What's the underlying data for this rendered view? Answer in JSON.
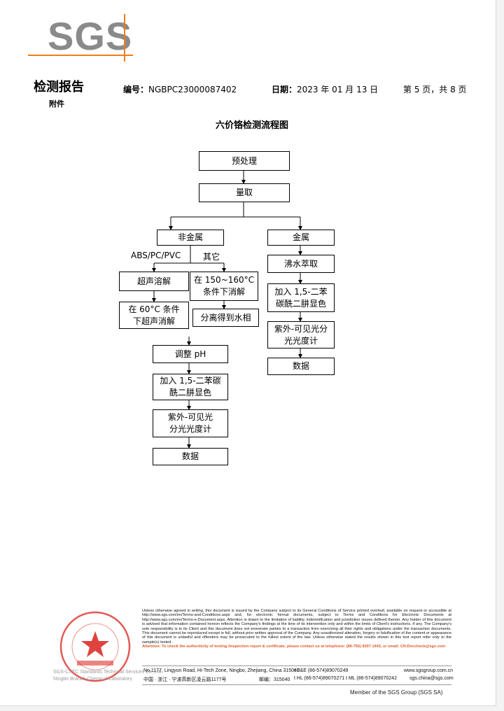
{
  "logo": "SGS",
  "header": {
    "title": "检测报告",
    "appendix": "附件",
    "report_no_label": "编号：",
    "report_no": "NGBPC23000087402",
    "date_label": "日期：",
    "date": "2023 年 01 月 13 日",
    "page": "第 5 页，共 8 页"
  },
  "flowchart": {
    "title": "六价铬检测流程图",
    "pretreatment": "预处理",
    "weighing": "量取",
    "nonmetal": "非金属",
    "metal": "金属",
    "branch_abs": "ABS/PC/PVC",
    "branch_other": "其它",
    "ultrasonic_dissolve": "超声溶解",
    "digest_line1": "在 150~160°C",
    "digest_line2": "条件下消解",
    "ultra_digest_line1": "在 60°C 条件",
    "ultra_digest_line2": "下超声消解",
    "separate_aqueous": "分离得到水相",
    "adjust_ph": "调整 pH",
    "add_dpc_line1": "加入 1,5-二苯碳",
    "add_dpc_line2": "酰二肼显色",
    "uvvis_line1": "紫外-可见光",
    "uvvis_line2": "分光光度计",
    "data": "数据",
    "boiling_extract": "沸水萃取",
    "metal_add_dpc_line1": "加入 1,5-二苯",
    "metal_add_dpc_line2": "碳酰二肼显色",
    "metal_uvvis_line1": "紫外-可见光分",
    "metal_uvvis_line2": "光光度计",
    "metal_data": "数据"
  },
  "footer": {
    "disclaimer": "Unless otherwise agreed in writing, this document is issued by the Company subject to its General Conditions of Service printed overleaf, available on request or accessible at http://www.sgs.com/en/Terms-and-Conditions.aspx and, for electronic format documents, subject to Terms and Conditions for Electronic Documents at http://www.sgs.com/en/Terms-e-Document.aspx. Attention is drawn to the limitation of liability, indemnification and jurisdiction issues defined therein. Any holder of this document is advised that information contained hereon reflects the Company's findings at the time of its intervention only and within the limits of Client's instructions, if any. The Company's sole responsibility is to its Client and this document does not exonerate parties to a transaction from exercising all their rights and obligations under the transaction documents. This document cannot be reproduced except in full, without prior written approval of the Company. Any unauthorized alteration, forgery or falsification of the content or appearance of this document is unlawful and offenders may be prosecuted to the fullest extent of the law. Unless otherwise stated the results shown in this test report refer only to the sample(s) tested .",
    "attention": "Attention: To check the authenticity of testing /inspection report & certificate, please contact us at telephone: (86-755) 8307 1443, or email: CN.Doccheck@sgs.com",
    "address_en": "No.1177, Lingyun Road, Hi-Tech Zone, Ningbo, Zhejiang, China 315040",
    "phone_en": "t E&E (86-574)89070249",
    "web": "www.sgsgroup.com.cn",
    "address_cn": "中国 · 浙江 · 宁波高新区凌云路1177号",
    "postcode_cn": "邮编：315040",
    "phone_cn": "t HL (86-574)89070271  t ML (86-574)89070242",
    "email": "sgs.china@sgs.com",
    "member": "Member of the SGS Group (SGS SA)",
    "stamp_label1": "SGS-CSTC Standards Technical Services Co.,Ltd.",
    "stamp_label2": "Ningbo Branch Chemical Laboratory"
  },
  "colors": {
    "accent": "#f07d1a",
    "logo_gray": "#8a8a8a",
    "stamp_red": "#d9221c"
  }
}
